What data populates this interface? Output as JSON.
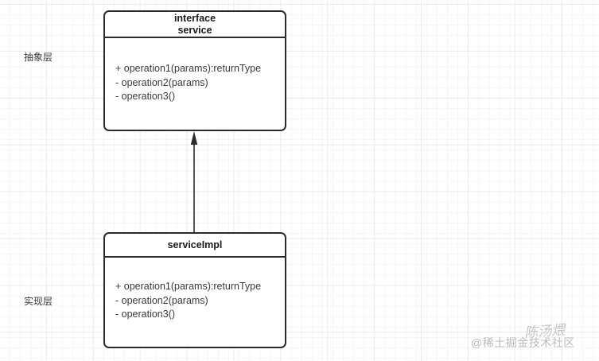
{
  "diagram": {
    "type": "uml-class-diagram",
    "background": "graph-paper-grid",
    "grid_minor_color": "#f5f6f7",
    "grid_major_color": "#e9ebee",
    "stroke_color": "#2b2b2b"
  },
  "layers": {
    "abstraction_label": "抽象层",
    "implementation_label": "实现层"
  },
  "classes": [
    {
      "id": "service",
      "stereotype": "interface",
      "name": "service",
      "operations": [
        "+ operation1(params):returnType",
        "- operation2(params)",
        "- operation3()"
      ]
    },
    {
      "id": "serviceImpl",
      "stereotype": "",
      "name": "serviceImpl",
      "operations": [
        "+ operation1(params):returnType",
        "- operation2(params)",
        "- operation3()"
      ]
    }
  ],
  "relationship": {
    "kind": "generalization",
    "from": "serviceImpl",
    "to": "service",
    "arrow": "filled-triangle-up",
    "line_style": "solid"
  },
  "watermarks": {
    "community": "@稀土掘金技术社区",
    "signature": "陈汤煨"
  }
}
